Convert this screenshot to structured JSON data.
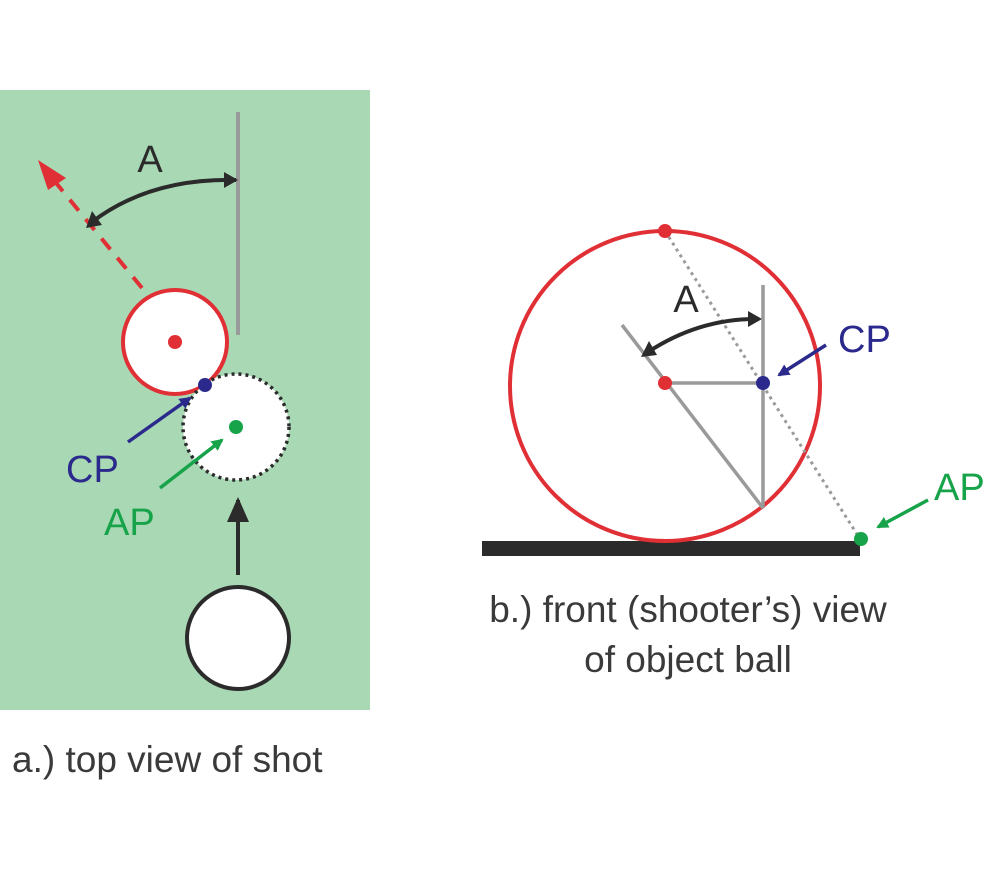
{
  "panel_a": {
    "angle_label": "A",
    "cp_label": "CP",
    "ap_label": "AP",
    "caption": "a.) top view of shot"
  },
  "panel_b": {
    "angle_label": "A",
    "cp_label": "CP",
    "ap_label": "AP",
    "caption_line1": "b.) front (shooter’s) view",
    "caption_line2": "of object ball"
  },
  "colors": {
    "table_felt": "#a8d8b4",
    "object_ball_outline": "#e02f35",
    "contact_point": "#2b2a8c",
    "aim_point": "#17a34a",
    "arrow": "#2b2b2b",
    "reference_line": "#9a9a9a",
    "cushion": "#2b2b2b"
  }
}
